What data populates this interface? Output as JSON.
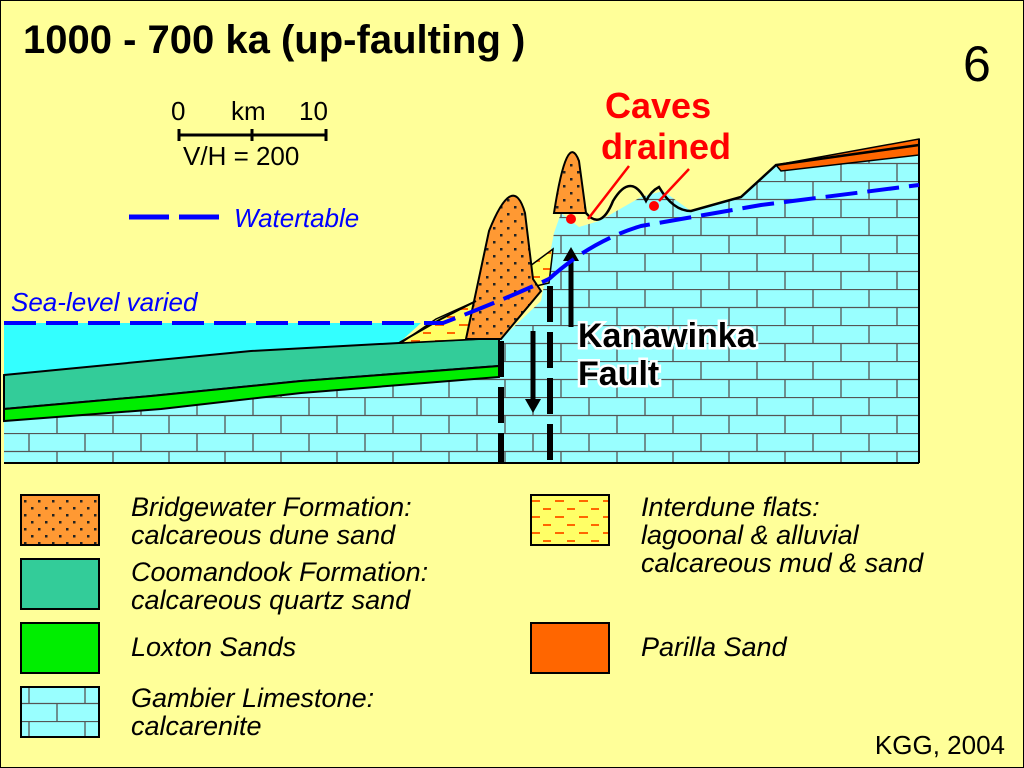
{
  "title": "1000 - 700 ka (up-faulting )",
  "panel_number": "6",
  "scale_bar": {
    "zero": "0",
    "unit": "km",
    "max": "10",
    "ratio": "V/H = 200"
  },
  "watertable_label": "Watertable",
  "sea_level_label": "Sea-level varied",
  "caves_label": {
    "line1": "Caves",
    "line2": "drained"
  },
  "fault_label": {
    "line1": "Kanawinka",
    "line2": "Fault"
  },
  "legend": [
    {
      "id": "bridgewater",
      "line1": "Bridgewater Formation:",
      "line2": "calcareous dune sand",
      "line3": ""
    },
    {
      "id": "interdune",
      "line1": "Interdune flats:",
      "line2": "lagoonal & alluvial",
      "line3": "calcareous mud & sand"
    },
    {
      "id": "coomandook",
      "line1": "Coomandook Formation:",
      "line2": "calcareous quartz sand",
      "line3": ""
    },
    {
      "id": "loxton",
      "line1": "Loxton Sands",
      "line2": "",
      "line3": ""
    },
    {
      "id": "parilla",
      "line1": "Parilla Sand",
      "line2": "",
      "line3": ""
    },
    {
      "id": "gambier",
      "line1": "Gambier Limestone:",
      "line2": "calcarenite",
      "line3": ""
    }
  ],
  "credit": "KGG, 2004",
  "colors": {
    "background": "#FFFF99",
    "limestone": "#99FFFF",
    "sea": "#33FFFF",
    "coomandook": "#33CC99",
    "loxton": "#00EE00",
    "bridgewater": "#FF9933",
    "interdune": "#FFFF66",
    "parilla": "#FF6600",
    "watertable": "#0000FF",
    "caves": "#FF0000"
  }
}
